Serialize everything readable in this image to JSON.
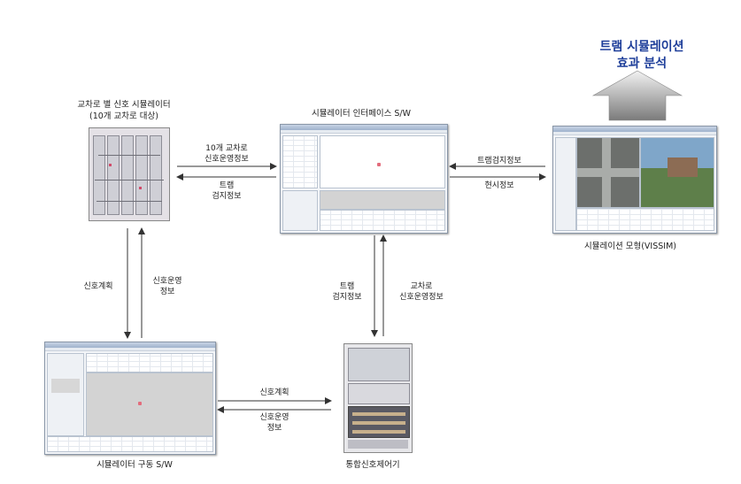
{
  "title_effect": {
    "line1": "트램 시뮬레이션",
    "line2": "효과 분석"
  },
  "simulator_caption": {
    "line1": "교차로 별 신호 시뮬레이터",
    "line2": "(10개 교차로 대상)"
  },
  "interface_caption": "시뮬레이터 인터페이스 S/W",
  "vissim_caption": "시뮬레이션 모형(VISSIM)",
  "drive_caption": "시뮬레이터 구동 S/W",
  "controller_caption": "통합신호제어기",
  "edge_labels": {
    "sim_to_if": {
      "line1": "10개 교차로",
      "line2": "신호운영정보"
    },
    "if_to_sim": {
      "line1": "트램",
      "line2": "검지정보"
    },
    "vissim_to_if": "트램검지정보",
    "if_to_vissim": "현시정보",
    "sim_down": "신호계획",
    "sim_up": {
      "line1": "신호운영",
      "line2": "정보"
    },
    "if_down": {
      "line1": "트램",
      "line2": "검지정보"
    },
    "if_up": {
      "line1": "교차로",
      "line2": "신호운영정보"
    },
    "drive_to_ctrl": "신호계획",
    "ctrl_to_drive": {
      "line1": "신호운영",
      "line2": "정보"
    }
  }
}
